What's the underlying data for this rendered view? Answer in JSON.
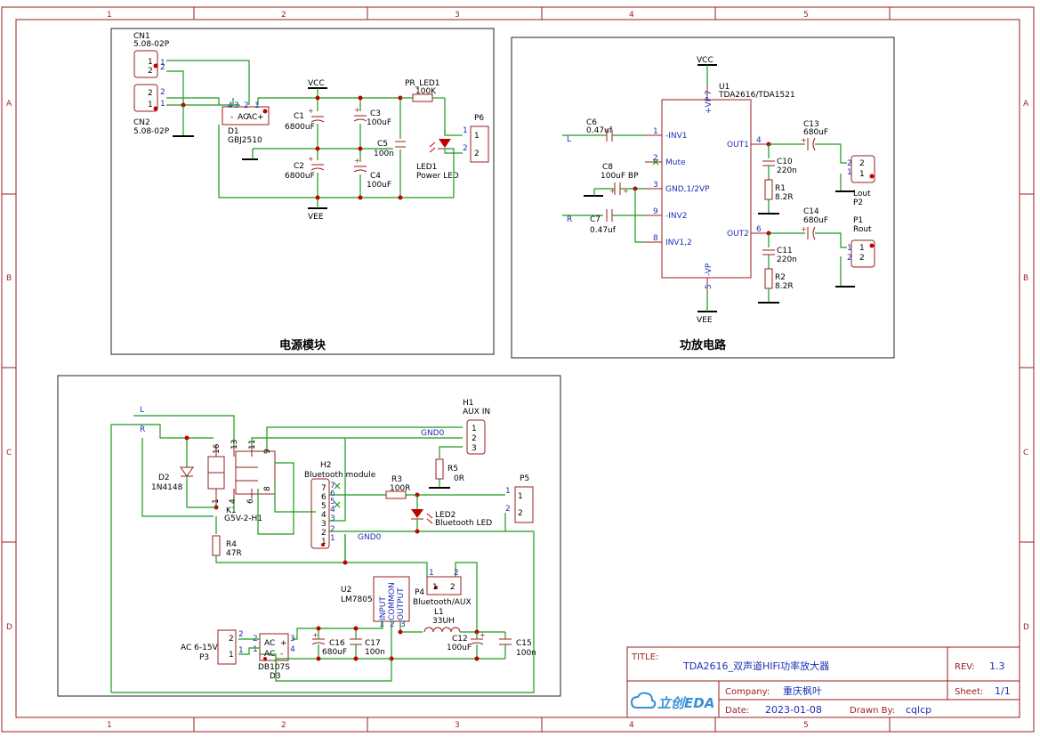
{
  "frame": {
    "cols": [
      "1",
      "2",
      "3",
      "4",
      "5"
    ],
    "rows": [
      "A",
      "B",
      "C",
      "D"
    ]
  },
  "sections": {
    "power": "电源模块",
    "amp": "功放电路"
  },
  "power": {
    "cn1": {
      "ref": "CN1",
      "value": "5.08-02P",
      "p1": "1",
      "p2": "2"
    },
    "cn2": {
      "ref": "CN2",
      "value": "5.08-02P",
      "p1": "1",
      "p2": "2"
    },
    "d1": {
      "ref": "D1",
      "value": "GBJ2510",
      "pins": [
        "4",
        "3",
        "2",
        "1"
      ],
      "ac1": "AC",
      "ac2": "AC",
      "minus": "-",
      "plus": "+"
    },
    "vcc": "VCC",
    "vee": "VEE",
    "c1": {
      "ref": "C1",
      "value": "6800uF"
    },
    "c2": {
      "ref": "C2",
      "value": "6800uF"
    },
    "c3": {
      "ref": "C3",
      "value": "100uF"
    },
    "c4": {
      "ref": "C4",
      "value": "100uF"
    },
    "c5": {
      "ref": "C5",
      "value": "100n"
    },
    "pr": {
      "ref": "PR_LED1",
      "value": "100K"
    },
    "led1": {
      "ref": "LED1",
      "value": "Power LED"
    },
    "p6": {
      "ref": "P6",
      "p1": "1",
      "p2": "2"
    }
  },
  "amp": {
    "vcc": "VCC",
    "vee": "VEE",
    "u1": {
      "ref": "U1",
      "value": "TDA2616/TDA1521",
      "vp": "+VP",
      "vn": "-VP",
      "pin_vp": "7",
      "pin_vn": "5",
      "pins": [
        {
          "num": "1",
          "name": "-INV1"
        },
        {
          "num": "2",
          "name": "Mute"
        },
        {
          "num": "3",
          "name": "GND,1/2VP"
        },
        {
          "num": "9",
          "name": "-INV2"
        },
        {
          "num": "8",
          "name": "INV1,2"
        }
      ],
      "out1": "OUT1",
      "out2": "OUT2",
      "pin_out1": "4",
      "pin_out2": "6"
    },
    "c6": {
      "ref": "C6",
      "value": "0.47uf"
    },
    "c7": {
      "ref": "C7",
      "value": "0.47uf"
    },
    "c8": {
      "ref": "C8",
      "value": "100uF BP"
    },
    "c10": {
      "ref": "C10",
      "value": "220n"
    },
    "c11": {
      "ref": "C11",
      "value": "220n"
    },
    "c13": {
      "ref": "C13",
      "value": "680uF"
    },
    "c14": {
      "ref": "C14",
      "value": "680uF"
    },
    "r1": {
      "ref": "R1",
      "value": "8.2R"
    },
    "r2": {
      "ref": "R2",
      "value": "8.2R"
    },
    "p2": {
      "ref": "P2",
      "value": "Lout",
      "p1": "1",
      "p2": "2"
    },
    "p1": {
      "ref": "P1",
      "value": "Rout",
      "p1": "1",
      "p2": "2"
    },
    "net_l": "L",
    "net_r": "R"
  },
  "bt": {
    "net_l": "L",
    "net_r": "R",
    "gnd0": "GND0",
    "gnd0b": "GND0",
    "h1": {
      "ref": "H1",
      "value": "AUX IN",
      "pins": [
        "1",
        "2",
        "3"
      ]
    },
    "h2": {
      "ref": "H2",
      "value": "Bluetooth module",
      "pins": [
        "7",
        "6",
        "5",
        "4",
        "3",
        "2",
        "1"
      ]
    },
    "r3": {
      "ref": "R3",
      "value": "100R"
    },
    "r4": {
      "ref": "R4",
      "value": "47R"
    },
    "r5": {
      "ref": "R5",
      "value": "0R"
    },
    "d2": {
      "ref": "D2",
      "value": "1N4148"
    },
    "k1": {
      "ref": "K1",
      "value": "G5V-2-H1",
      "pins": [
        "16",
        "13",
        "11",
        "9",
        "8",
        "6",
        "4",
        "1"
      ]
    },
    "led2": {
      "ref": "LED2",
      "value": "Bluetooth LED"
    },
    "p5": {
      "ref": "P5",
      "p1": "1",
      "p2": "2"
    },
    "u2": {
      "ref": "U2",
      "value": "LM7805",
      "in": "INPUT",
      "com": "COMMON",
      "out": "OUTPUT",
      "pins": [
        "1",
        "2",
        "3"
      ]
    },
    "p4": {
      "ref": "P4",
      "value": "Bluetooth/AUX",
      "p1": "1",
      "p2": "2"
    },
    "l1": {
      "ref": "L1",
      "value": "33UH"
    },
    "c12": {
      "ref": "C12",
      "value": "100uF"
    },
    "c15": {
      "ref": "C15",
      "value": "100n"
    },
    "c16": {
      "ref": "C16",
      "value": "680uF"
    },
    "c17": {
      "ref": "C17",
      "value": "100n"
    },
    "p3": {
      "ref": "P3",
      "value": "AC 6-15V",
      "p1": "1",
      "p2": "2"
    },
    "d3": {
      "ref": "D3",
      "value": "DB107S",
      "ac": "AC",
      "plus": "+",
      "minus": "-",
      "pins": [
        "2",
        "1",
        "3",
        "4"
      ]
    }
  },
  "titleblock": {
    "title_label": "TITLE:",
    "title": "TDA2616_双声道HIFi功率放大器",
    "rev_label": "REV:",
    "rev": "1.3",
    "company_label": "Company:",
    "company": "重庆枫叶",
    "sheet_label": "Sheet:",
    "sheet": "1/1",
    "date_label": "Date:",
    "date": "2023-01-08",
    "drawn_label": "Drawn By:",
    "drawn": "cqlcp",
    "logo": "立创EDA"
  }
}
